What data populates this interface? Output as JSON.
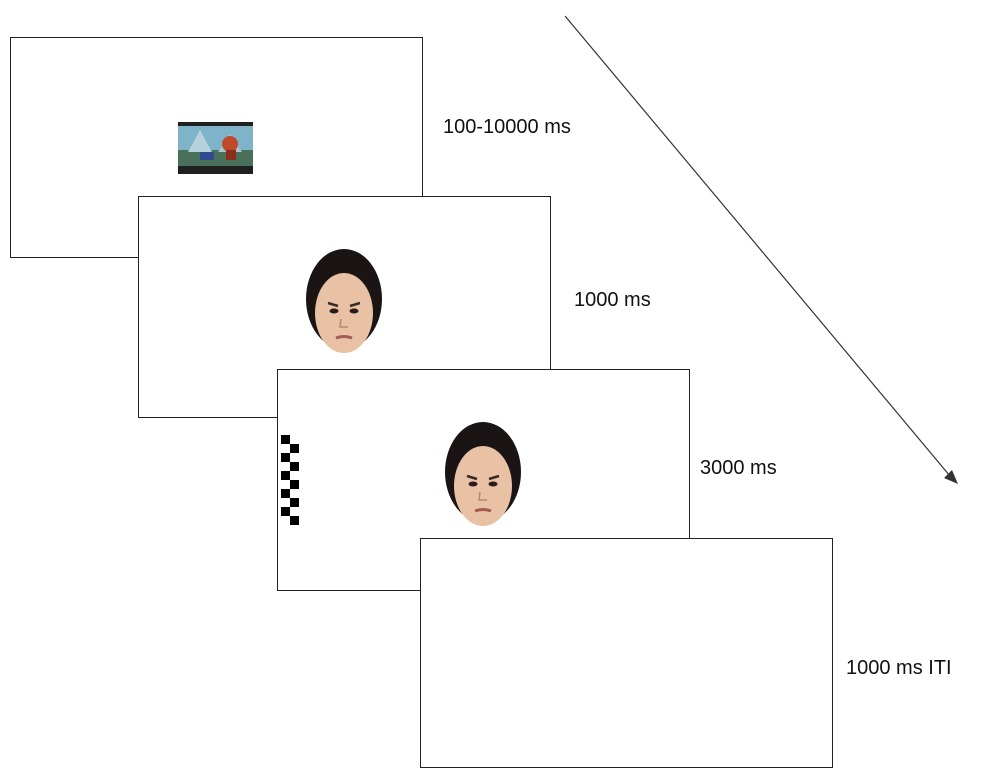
{
  "frames": [
    {
      "duration_label": "100-10000 ms",
      "stimulus": "scene-image"
    },
    {
      "duration_label": "1000 ms",
      "stimulus": "angry-face"
    },
    {
      "duration_label": "3000 ms",
      "stimulus": "angry-face-with-checkerboard"
    },
    {
      "duration_label": "1000 ms ITI",
      "stimulus": "blank"
    }
  ],
  "colors": {
    "frame_border": "#222222",
    "text": "#111111",
    "hair": "#1a1414",
    "skin": "#e9c2a6"
  },
  "icons": [
    "scene-image",
    "face-icon",
    "checkerboard-icon",
    "arrow-icon"
  ]
}
